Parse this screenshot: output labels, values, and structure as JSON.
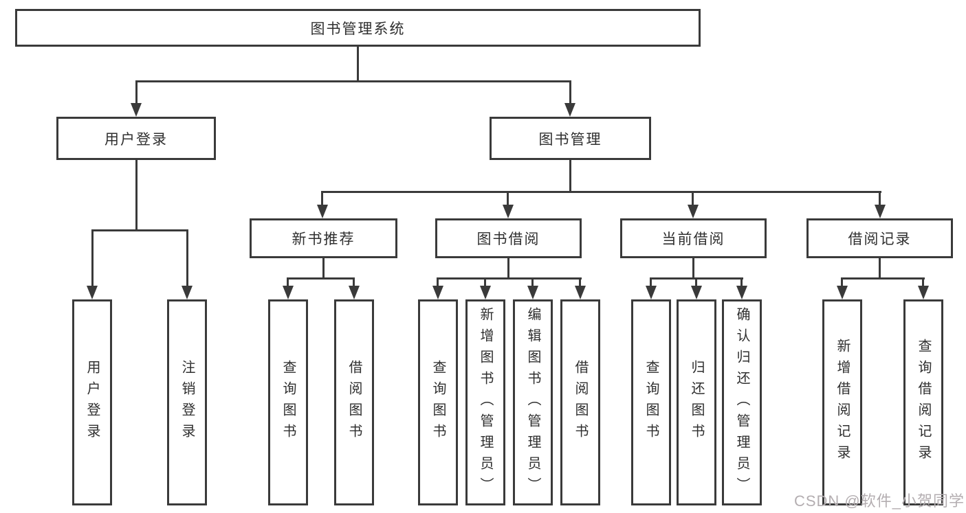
{
  "diagram": {
    "root": {
      "label": "图书管理系统"
    },
    "level2": [
      {
        "id": "user-login",
        "label": "用户登录"
      },
      {
        "id": "book-management",
        "label": "图书管理"
      }
    ],
    "level3": [
      {
        "id": "new-book-recommend",
        "label": "新书推荐"
      },
      {
        "id": "book-borrow",
        "label": "图书借阅"
      },
      {
        "id": "current-borrow",
        "label": "当前借阅"
      },
      {
        "id": "borrow-records",
        "label": "借阅记录"
      }
    ],
    "leaves": {
      "user_login": [
        {
          "label": "用户登录"
        },
        {
          "label": "注销登录"
        }
      ],
      "new_book": [
        {
          "label": "查询图书"
        },
        {
          "label": "借阅图书"
        }
      ],
      "book_borrow": [
        {
          "label": "查询图书"
        },
        {
          "label": "新增图书（管理员）"
        },
        {
          "label": "编辑图书（管理员）"
        },
        {
          "label": "借阅图书"
        }
      ],
      "current_borrow": [
        {
          "label": "查询图书"
        },
        {
          "label": "归还图书"
        },
        {
          "label": "确认归还（管理员）"
        }
      ],
      "records": [
        {
          "label": "新增借阅记录"
        },
        {
          "label": "查询借阅记录"
        }
      ]
    },
    "watermark": "CSDN @软件_小贺同学",
    "colors": {
      "line": "#3a3a3a",
      "text": "#2f2f2f",
      "watermark": "#b4aeb1",
      "background": "#ffffff"
    }
  }
}
